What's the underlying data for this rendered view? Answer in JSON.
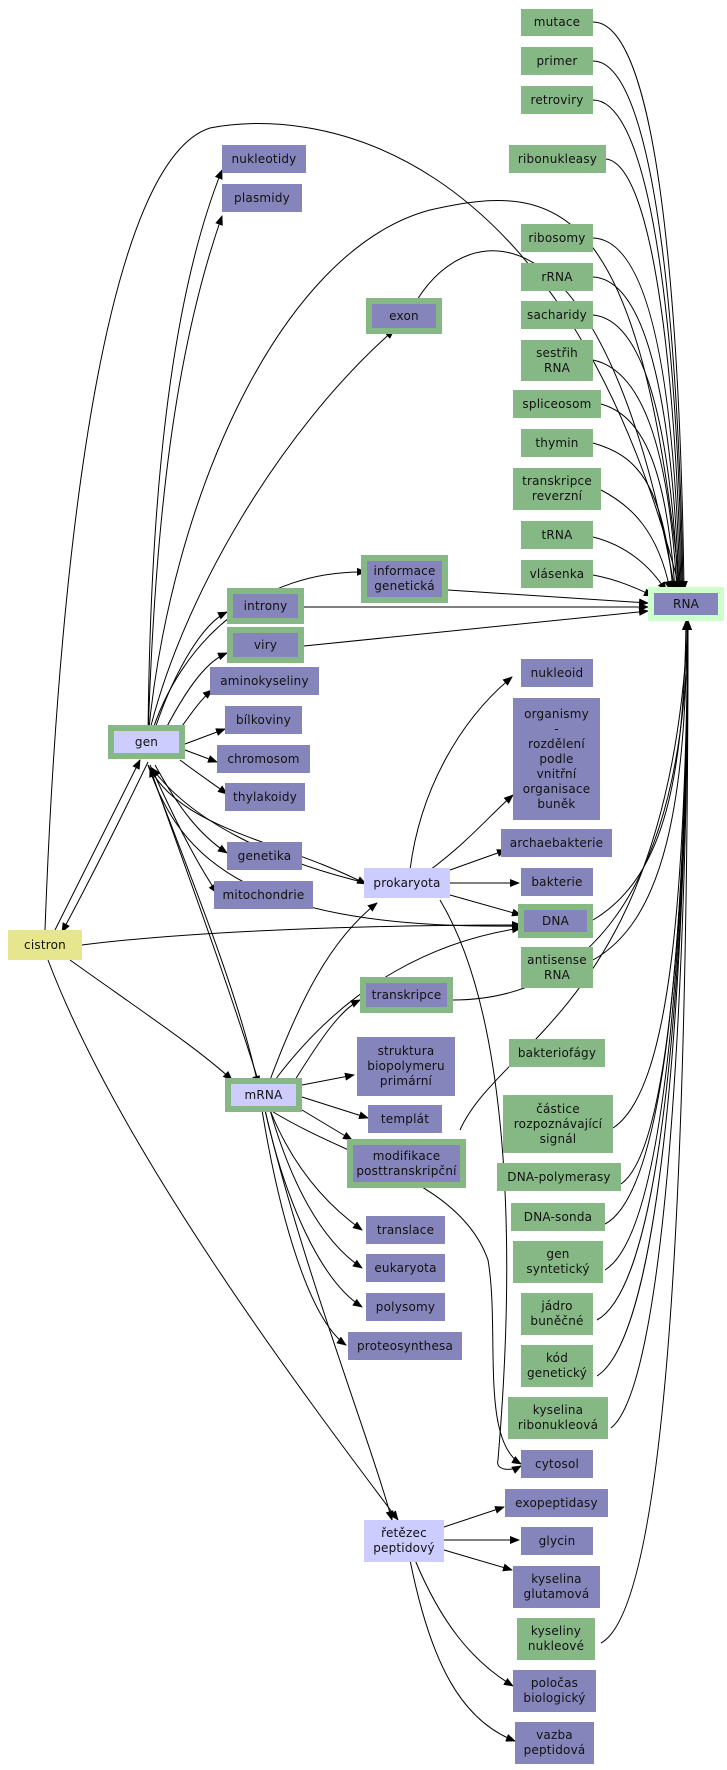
{
  "colors": {
    "purple": "#8585bb",
    "green": "#86b886",
    "yellow": "#e6e68e",
    "lavender": "#ccccff",
    "light_green": "#ccffcc",
    "edge": "#000000"
  },
  "nodes": {
    "mutace": "mutace",
    "primer": "primer",
    "retroviry": "retroviry",
    "ribonukleasy": "ribonukleasy",
    "ribosomy": "ribosomy",
    "rRNA": "rRNA",
    "sacharidy": "sacharidy",
    "sestrih": "sestřih\nRNA",
    "spliceosom": "spliceosom",
    "thymin": "thymin",
    "transkripce_rev": "transkripce\nreverzní",
    "tRNA": "tRNA",
    "vlasenka": "vlásenka",
    "RNA": "RNA",
    "nukleotidy": "nukleotidy",
    "plasmidy": "plasmidy",
    "exon": "exon",
    "informace": "informace\ngenetická",
    "introny": "introny",
    "viry": "viry",
    "aminokyseliny": "aminokyseliny",
    "bilkoviny": "bílkoviny",
    "chromosom": "chromosom",
    "thylakoidy": "thylakoidy",
    "gen": "gen",
    "genetika": "genetika",
    "mitochondrie": "mitochondrie",
    "nukleoid": "nukleoid",
    "organismy": "organismy\n-\nrozdělení\npodle\nvnitřní\norganisace\nbuněk",
    "archaebakterie": "archaebakterie",
    "prokaryota": "prokaryota",
    "bakterie": "bakterie",
    "DNA": "DNA",
    "antisense": "antisense\nRNA",
    "cistron": "cistron",
    "transkripce": "transkripce",
    "bakteriofagy": "bakteriofágy",
    "struktura": "struktura\nbiopolymeru\nprimární",
    "mRNA": "mRNA",
    "templat": "templát",
    "castice": "částice\nrozpoznávající\nsignál",
    "modifikace": "modifikace\nposttranskripční",
    "DNA_polymerasy": "DNA-polymerasy",
    "DNA_sonda": "DNA-sonda",
    "translace": "translace",
    "gen_synteticky": "gen\nsyntetický",
    "eukaryota": "eukaryota",
    "jadro": "jádro\nbuněčné",
    "polysomy": "polysomy",
    "proteosynthesa": "proteosynthesa",
    "kod": "kód\ngenetický",
    "kyselina_ribo": "kyselina\nribonukleová",
    "cytosol": "cytosol",
    "exopeptidasy": "exopeptidasy",
    "retezec": "řetězec\npeptidový",
    "glycin": "glycin",
    "kyselina_glut": "kyselina\nglutamová",
    "kyseliny_nukl": "kyseliny\nnukleové",
    "polocas": "poločas\nbiologický",
    "vazba": "vazba\npeptidová"
  }
}
